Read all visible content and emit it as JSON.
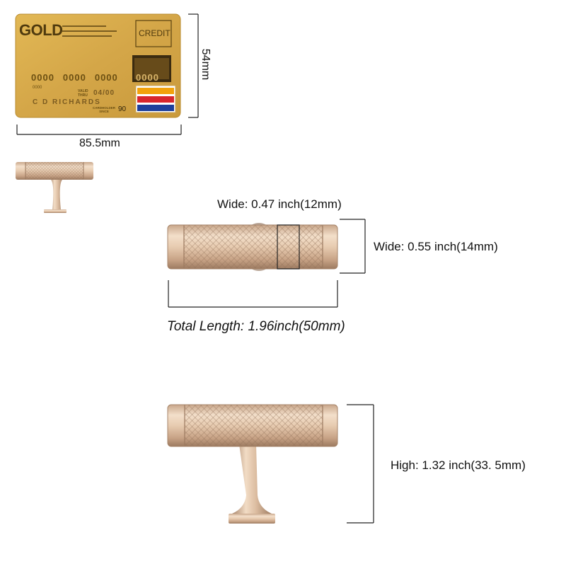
{
  "card": {
    "brand": "GOLD",
    "type_label": "CREDIT",
    "number_groups": [
      "0000",
      "0000",
      "0000",
      "0000"
    ],
    "small_number": "0000",
    "valid_label": "VALID\nTHRU",
    "expiry": "04/00",
    "holder_name": "C D RICHARDS",
    "cardholder_since_label": "CARDHOLDER\nSINCE",
    "since_year": "90",
    "stripe_colors": [
      "#f2a20c",
      "#d8262d",
      "#1d3f9c"
    ]
  },
  "dimensions": {
    "card_height": "54mm",
    "card_width": "85.5mm",
    "top_width": "Wide: 0.47 inch(12mm)",
    "side_width": "Wide: 0.55 inch(14mm)",
    "total_length": "Total Length: 1.96inch(50mm)",
    "height": "High: 1.32 inch(33. 5mm)"
  },
  "colors": {
    "metal_light": "#f1dcc6",
    "metal_mid": "#d8b79b",
    "metal_dark": "#a9876c",
    "card_gold": "#d4a94a",
    "dimension_line": "#222222"
  }
}
